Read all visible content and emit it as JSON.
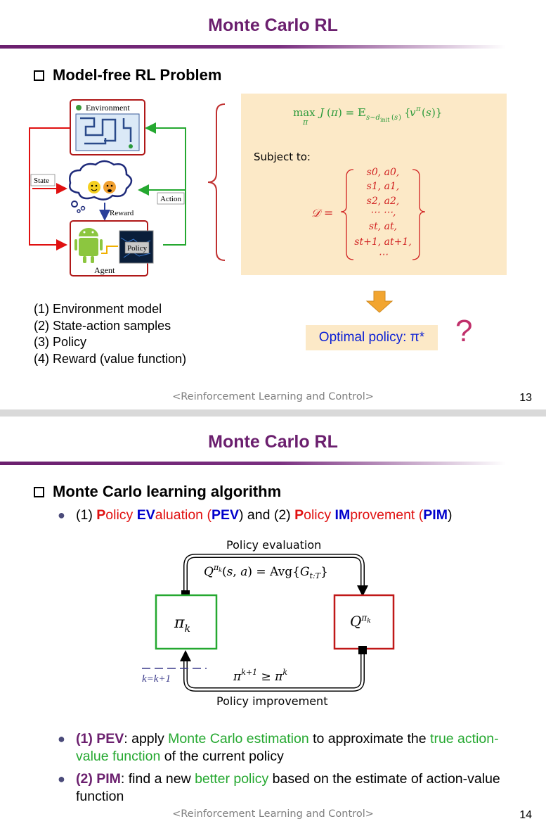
{
  "slide1": {
    "title": "Monte Carlo RL",
    "heading": "Model-free RL Problem",
    "diagram": {
      "environment": "Environment",
      "state": "State",
      "action": "Action",
      "reward": "Reward",
      "policy": "Policy",
      "agent": "Agent"
    },
    "formula": {
      "objective": "max J(π) = 𝔼 s~d_init(s) {v^π(s)}",
      "subject_to": "Subject to:",
      "dataset_symbol": "𝒟 =",
      "samples": [
        "s0, a0,",
        "s1, a1,",
        "s2, a2,",
        "⋯ ⋯,",
        "st, at,",
        "st+1, at+1,",
        "⋯"
      ]
    },
    "list": [
      "(1) Environment model",
      "(2) State-action samples",
      "(3) Policy",
      "(4) Reward (value function)"
    ],
    "optimal_policy": "Optimal policy: π*",
    "question_mark": "?",
    "footer": "<Reinforcement Learning and Control>",
    "page_number": "13"
  },
  "slide2": {
    "title": "Monte Carlo RL",
    "heading": "Monte Carlo learning algorithm",
    "bullet_top": {
      "p1": "(1) ",
      "a": "P",
      "b": "olicy ",
      "c": "EV",
      "d": "aluation (",
      "e": "PEV",
      "f": ") and (2) ",
      "g": "P",
      "h": "olicy ",
      "i": "IM",
      "j": "provement (",
      "k": "PIM",
      "l": ")"
    },
    "diagram": {
      "eval_label": "Policy evaluation",
      "eval_formula": "Q^πk(s,a) = Avg{G_t:T}",
      "left_box": "πk",
      "right_box": "Q^πk",
      "improve_formula": "π^k+1 ≥ π^k",
      "improve_label": "Policy improvement",
      "k_update": "k=k+1"
    },
    "bullets": [
      {
        "a": "(1) PEV",
        "b": ": apply ",
        "c": "Monte Carlo estimation",
        "d": " to approximate the ",
        "e": "true action-value function",
        "f": " of the current policy"
      },
      {
        "a": "(2) PIM",
        "b": ": find a new ",
        "c": "better policy",
        "d": " based on the estimate of action-value function"
      }
    ],
    "footer": "<Reinforcement Learning and Control>",
    "page_number": "14"
  }
}
